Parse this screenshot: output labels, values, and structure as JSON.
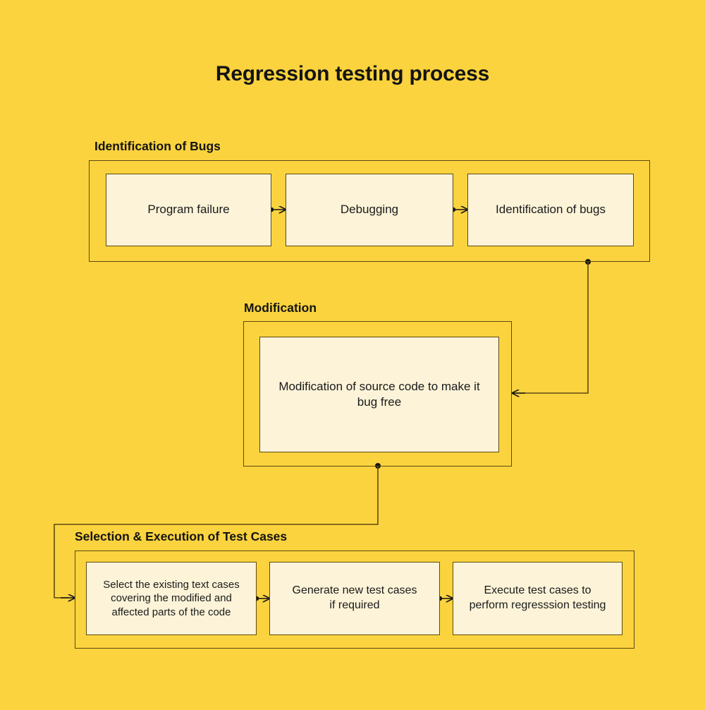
{
  "title": "Regression testing process",
  "colors": {
    "background": "#FBD33E",
    "node_fill": "#FCF3D8",
    "stroke": "#5E4A12",
    "text": "#141414"
  },
  "groups": [
    {
      "id": "identification-of-bugs",
      "label": "Identification of Bugs",
      "nodes": [
        {
          "id": "program-failure",
          "label": "Program failure"
        },
        {
          "id": "debugging",
          "label": "Debugging"
        },
        {
          "id": "identification-of-bugs-node",
          "label": "Identification of bugs"
        }
      ]
    },
    {
      "id": "modification",
      "label": "Modification",
      "nodes": [
        {
          "id": "modification-of-source-code",
          "label": "Modification of source code to make it bug free"
        }
      ]
    },
    {
      "id": "selection-execution-of-test-cases",
      "label": "Selection & Execution of Test Cases",
      "nodes": [
        {
          "id": "select-existing-test-cases",
          "label": "Select the existing text cases covering the modified and affected parts of the code"
        },
        {
          "id": "generate-new-test-cases",
          "label": "Generate new test cases if required"
        },
        {
          "id": "execute-test-cases",
          "label": "Execute test cases to perform regresssion testing"
        }
      ]
    }
  ],
  "connectors": [
    {
      "id": "program-failure-to-debugging",
      "from": "program-failure",
      "to": "debugging"
    },
    {
      "id": "debugging-to-identification-of-bugs",
      "from": "debugging",
      "to": "identification-of-bugs-node"
    },
    {
      "id": "bugs-group-to-modification-group",
      "from": "identification-of-bugs",
      "to": "modification"
    },
    {
      "id": "modification-group-to-test-cases-group",
      "from": "modification",
      "to": "selection-execution-of-test-cases"
    },
    {
      "id": "select-to-generate",
      "from": "select-existing-test-cases",
      "to": "generate-new-test-cases"
    },
    {
      "id": "generate-to-execute",
      "from": "generate-new-test-cases",
      "to": "execute-test-cases"
    }
  ]
}
